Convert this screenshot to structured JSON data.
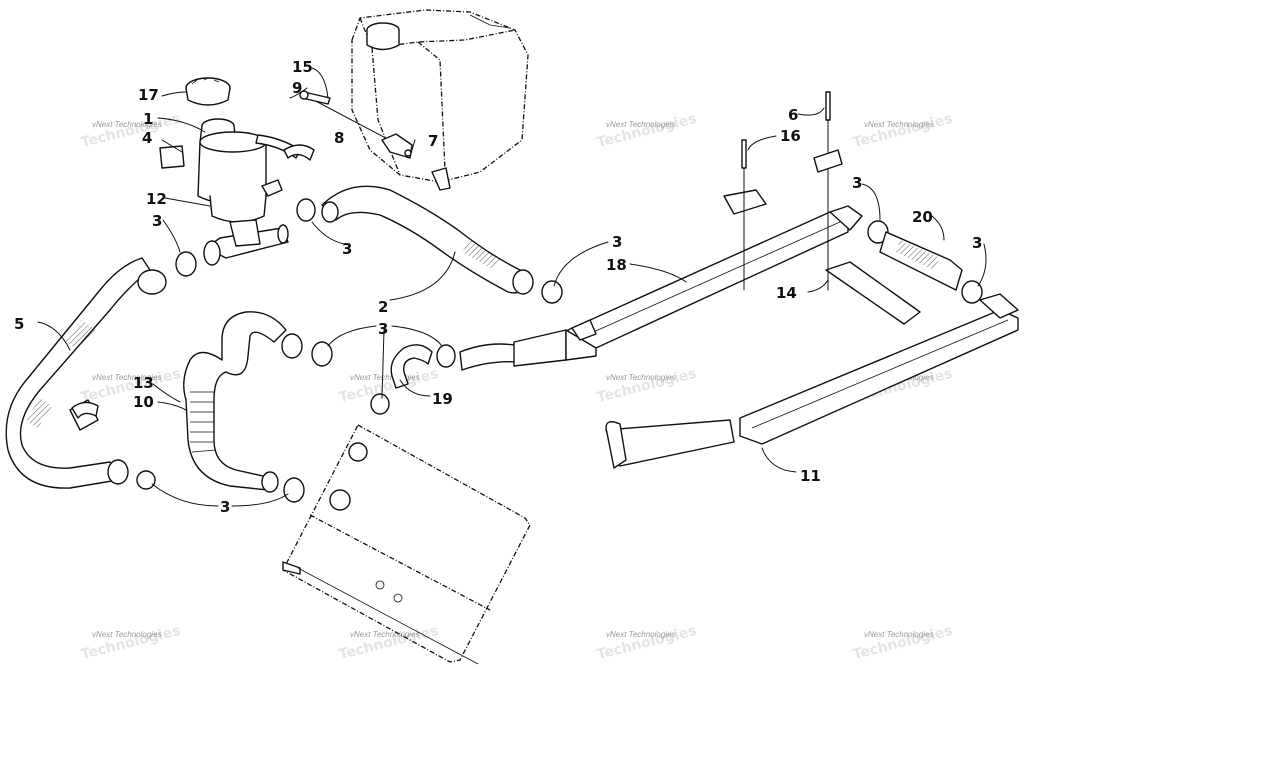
{
  "diagram": {
    "callouts": [
      "1",
      "2",
      "3",
      "4",
      "5",
      "6",
      "7",
      "8",
      "9",
      "10",
      "11",
      "12",
      "13",
      "14",
      "15",
      "16",
      "17",
      "18",
      "19",
      "20"
    ],
    "watermark": {
      "text": "vNext Technologies",
      "ghost_text": "Technologies"
    }
  }
}
